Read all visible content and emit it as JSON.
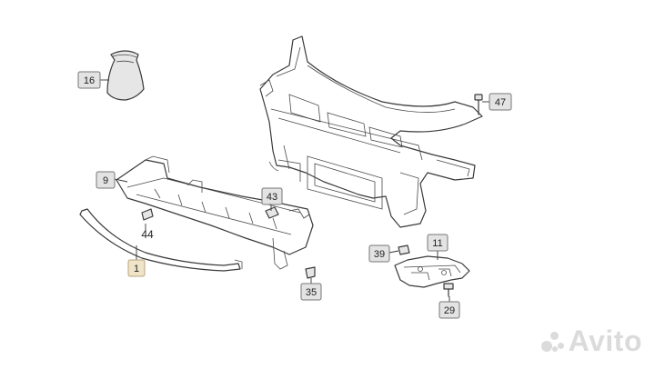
{
  "diagram": {
    "callouts": [
      {
        "id": "c16",
        "label": "16",
        "boxed": true
      },
      {
        "id": "c47",
        "label": "47",
        "boxed": true
      },
      {
        "id": "c9",
        "label": "9",
        "boxed": true
      },
      {
        "id": "c43",
        "label": "43",
        "boxed": true
      },
      {
        "id": "c44",
        "label": "44",
        "boxed": false
      },
      {
        "id": "c1",
        "label": "1",
        "boxed": true,
        "highlight": true
      },
      {
        "id": "c11",
        "label": "11",
        "boxed": true
      },
      {
        "id": "c39",
        "label": "39",
        "boxed": true
      },
      {
        "id": "c35",
        "label": "35",
        "boxed": true
      },
      {
        "id": "c29",
        "label": "29",
        "boxed": true
      }
    ]
  },
  "watermark": {
    "text": "Avito",
    "icon": "avito-dots-icon",
    "color": "#d7d7d7"
  }
}
